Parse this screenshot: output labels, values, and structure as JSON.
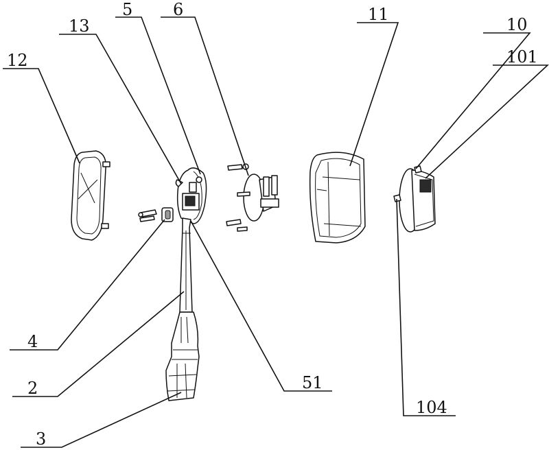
{
  "labels": {
    "l12": "12",
    "l13": "13",
    "l5": "5",
    "l6": "6",
    "l11": "11",
    "l10": "10",
    "l101": "101",
    "l4": "4",
    "l2": "2",
    "l3": "3",
    "l51": "51",
    "l104": "104"
  },
  "colors": {
    "line": "#111111",
    "background": "#ffffff"
  }
}
